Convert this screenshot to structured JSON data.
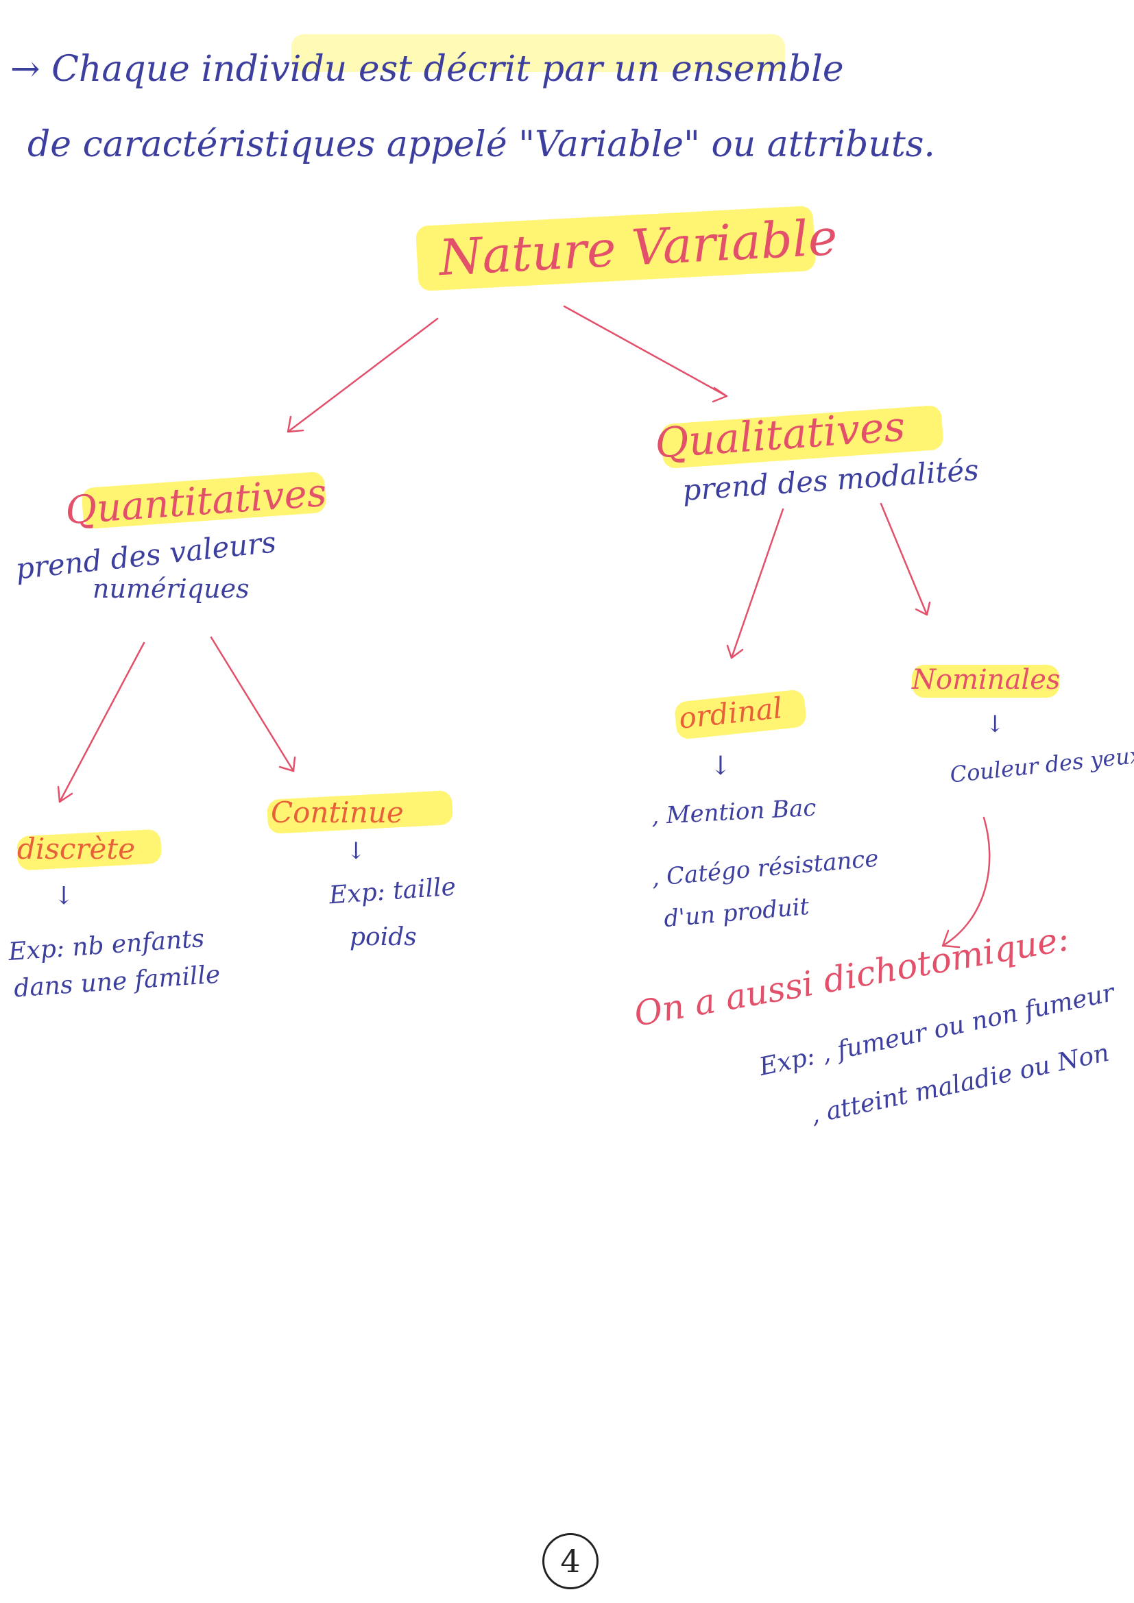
{
  "intro": {
    "line1": "→ Chaque individu est décrit par un ensemble",
    "line2": "de caractéristiques appelé \"Variable\" ou attributs."
  },
  "root": {
    "title": "Nature Variable"
  },
  "quantitative": {
    "title": "Quantitatives",
    "desc_line1": "prend des valeurs",
    "desc_line2": "numériques",
    "discrete": {
      "title": "discrète",
      "arrow": "↓",
      "example_line1": "Exp: nb enfants",
      "example_line2": "dans une famille"
    },
    "continue": {
      "title": "Continue",
      "arrow": "↓",
      "example_line1": "Exp: taille",
      "example_line2": "poids"
    }
  },
  "qualitative": {
    "title": "Qualitatives",
    "desc": "prend des modalités",
    "ordinal": {
      "title": "ordinal",
      "arrow": "↓",
      "example_line1": ", Mention Bac",
      "example_line2": ", Catégo résistance",
      "example_line3": "d'un produit"
    },
    "nominal": {
      "title": "Nominales",
      "arrow": "↓",
      "example": "Couleur des yeux"
    },
    "dichotomous": {
      "title": "On a aussi dichotomique:",
      "example_line1": "Exp: , fumeur ou non fumeur",
      "example_line2": ", atteint maladie ou Non"
    }
  },
  "page_number": "4",
  "colors": {
    "ink_blue": "#3d3f9e",
    "ink_red": "#e2506a",
    "highlight": "#fff35a"
  }
}
